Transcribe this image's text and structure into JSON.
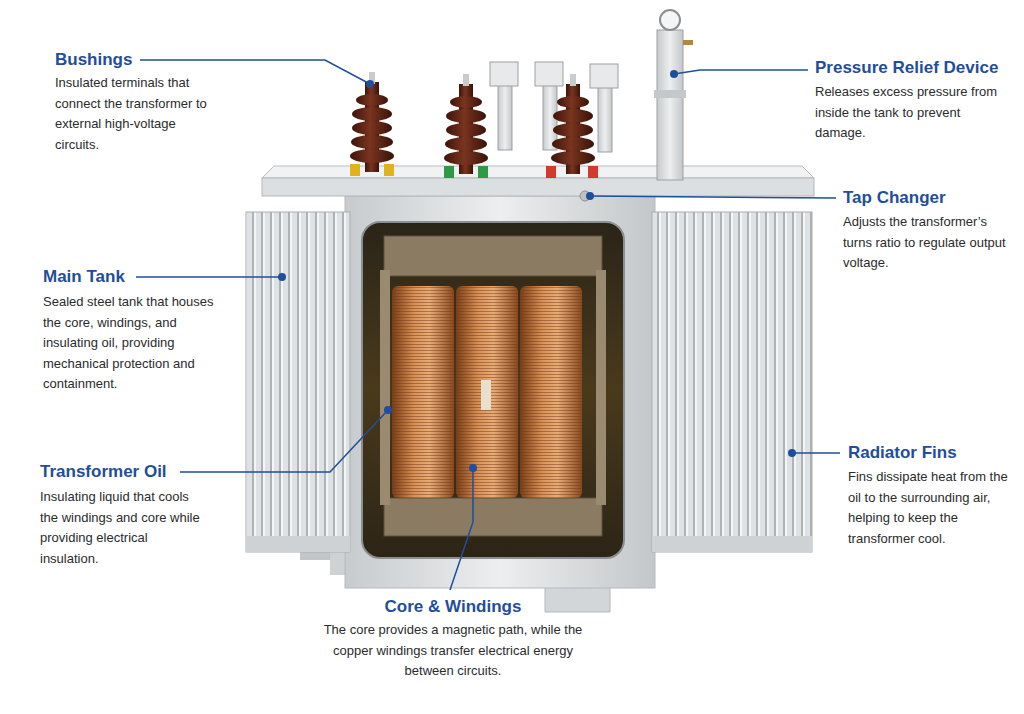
{
  "diagram": {
    "labels": [
      "Bushings",
      "Insulated terminals that connect the transformer to external high-voltage circuits.",
      "Pressure Relief Device",
      "Releases excess pressure from inside the tank to prevent damage.",
      "Tap Changer",
      "Adjusts the transformer’s turns ratio to regulate output voltage.",
      "Main Tank",
      "Sealed steel tank that houses the core, windings, and insulating oil, providing mechanical protection and containment.",
      "Transformer Oil",
      "Insulating liquid that cools the windings and core while providing electrical insulation.",
      "Radiator Fins",
      "Fins dissipate heat from the oil to the surrounding air, helping to keep the transformer cool.",
      "Core & Windings",
      "The core provides a magnetic path, while the copper windings transfer electrical energy between circuits."
    ]
  }
}
